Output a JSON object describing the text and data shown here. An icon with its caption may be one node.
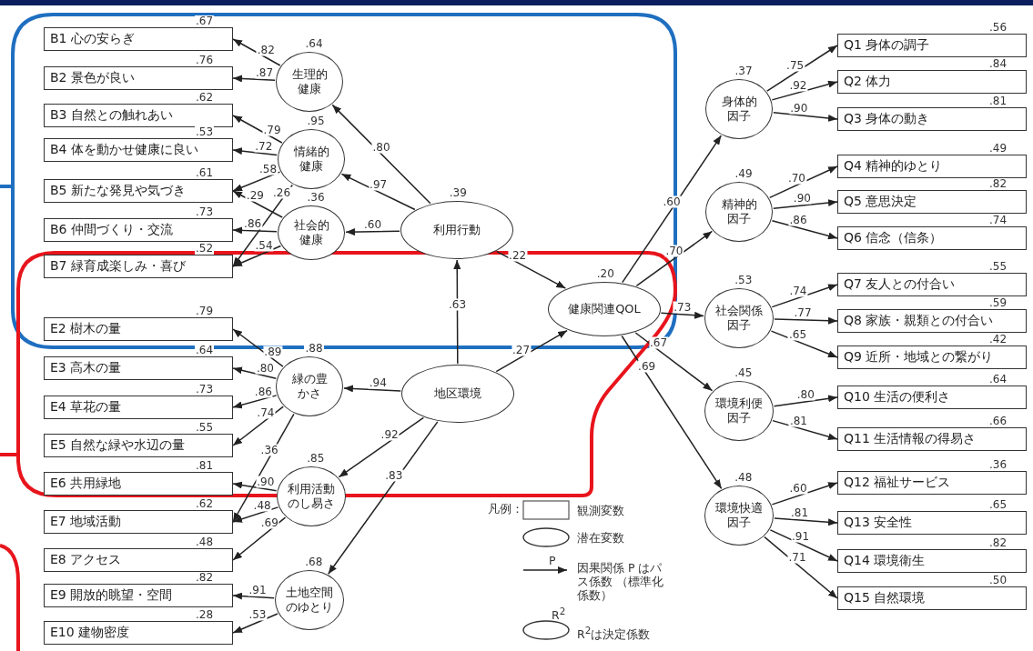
{
  "diagram": {
    "nodes": [
      {
        "text": [
          "B1 心の安らぎ"
        ],
        "beside": [
          ".67"
        ]
      },
      {
        "text": [
          "B2 景色が良い"
        ],
        "beside": [
          ".76"
        ]
      },
      {
        "text": [
          "B3 自然との触れあい"
        ],
        "beside": [
          ".62"
        ]
      },
      {
        "text": [
          "B4 体を動かせ健康に良い"
        ],
        "beside": [
          ".53"
        ]
      },
      {
        "text": [
          "B5 新たな発見や気づき"
        ],
        "beside": [
          ".61"
        ]
      },
      {
        "text": [
          "B6 仲間づくり・交流"
        ],
        "beside": [
          ".73"
        ]
      },
      {
        "text": [
          "B7 緑育成楽しみ・喜び"
        ],
        "beside": [
          ".52"
        ]
      },
      {
        "text": [
          "E2 樹木の量"
        ],
        "beside": [
          ".79"
        ]
      },
      {
        "text": [
          "E3 高木の量"
        ],
        "beside": [
          ".64"
        ]
      },
      {
        "text": [
          "E4 草花の量"
        ],
        "beside": [
          ".73"
        ]
      },
      {
        "text": [
          "E5 自然な緑や水辺の量"
        ],
        "beside": [
          ".55"
        ]
      },
      {
        "text": [
          "E6 共用緑地"
        ],
        "beside": [
          ".81"
        ]
      },
      {
        "text": [
          "E7 地域活動"
        ],
        "beside": [
          ".62"
        ]
      },
      {
        "text": [
          "E8 アクセス"
        ],
        "beside": [
          ".48"
        ]
      },
      {
        "text": [
          "E9 開放的眺望・空間"
        ],
        "beside": [
          ".82"
        ]
      },
      {
        "text": [
          "E10 建物密度"
        ],
        "beside": [
          ".28"
        ]
      },
      {
        "text": [
          "生理的健康"
        ],
        "beside": [
          ".64"
        ]
      },
      {
        "text": [
          "情緒的健康"
        ],
        "beside": [
          ".95"
        ]
      },
      {
        "text": [
          "社会的健康"
        ],
        "beside": [
          ".36"
        ]
      },
      {
        "text": [
          "緑の豊かさ"
        ],
        "beside": [
          ".88"
        ]
      },
      {
        "text": [
          "利用活動のし易さ"
        ],
        "beside": [
          ".85"
        ]
      },
      {
        "text": [
          "土地空間のゆとり"
        ],
        "beside": [
          ".68"
        ]
      },
      {
        "text": [
          "利用行動"
        ],
        "beside": [
          ".39"
        ]
      },
      {
        "text": [
          "地区環境"
        ]
      },
      {
        "text": [
          "健康関連QOL"
        ],
        "beside": [
          ".20"
        ]
      },
      {
        "text": [
          "身体的因子"
        ],
        "beside": [
          ".37"
        ]
      },
      {
        "text": [
          "精神的因子"
        ],
        "beside": [
          ".49"
        ]
      },
      {
        "text": [
          "社会関係因子"
        ],
        "beside": [
          ".53"
        ]
      },
      {
        "text": [
          "環境利便因子"
        ],
        "beside": [
          ".45"
        ]
      },
      {
        "text": [
          "環境快適因子"
        ],
        "beside": [
          ".48"
        ]
      },
      {
        "text": [
          "Q1 身体の調子"
        ],
        "beside": [
          ".56"
        ]
      },
      {
        "text": [
          "Q2 体力"
        ],
        "beside": [
          ".84"
        ]
      },
      {
        "text": [
          "Q3 身体の動き"
        ],
        "beside": [
          ".81"
        ]
      },
      {
        "text": [
          "Q4 精神的ゆとり"
        ],
        "beside": [
          ".49"
        ]
      },
      {
        "text": [
          "Q5 意思決定"
        ],
        "beside": [
          ".82"
        ]
      },
      {
        "text": [
          "Q6 信念（信条）"
        ],
        "beside": [
          ".74"
        ]
      },
      {
        "text": [
          "Q7 友人との付合い"
        ],
        "beside": [
          ".55"
        ]
      },
      {
        "text": [
          "Q8 家族・親類との付合い"
        ],
        "beside": [
          ".59"
        ]
      },
      {
        "text": [
          "Q9 近所・地域との繋がり"
        ],
        "beside": [
          ".42"
        ]
      },
      {
        "text": [
          "Q10 生活の便利さ"
        ],
        "beside": [
          ".64"
        ]
      },
      {
        "text": [
          "Q11 生活情報の得易さ"
        ],
        "beside": [
          ".66"
        ]
      },
      {
        "text": [
          "Q12 福祉サービス"
        ],
        "beside": [
          ".36"
        ]
      },
      {
        "text": [
          "Q13 安全性"
        ],
        "beside": [
          ".65"
        ]
      },
      {
        "text": [
          "Q14 環境衛生"
        ],
        "beside": [
          ".82"
        ]
      },
      {
        "text": [
          "Q15 自然環境"
        ],
        "beside": [
          ".50"
        ]
      }
    ],
    "edges": [
      {
        "from": 16,
        "to": 0,
        "arrow": "to",
        "label": ".82"
      },
      {
        "from": 16,
        "to": 1,
        "arrow": "to",
        "label": ".87"
      },
      {
        "from": 17,
        "to": 2,
        "arrow": "to",
        "label": ".79"
      },
      {
        "from": 17,
        "to": 3,
        "arrow": "to",
        "label": ".72"
      },
      {
        "from": 17,
        "to": 4,
        "arrow": "to",
        "label": ".58"
      },
      {
        "from": 17,
        "to": 6,
        "arrow": "to",
        "label": ".26"
      },
      {
        "from": 18,
        "to": 4,
        "arrow": "to",
        "label": ".29"
      },
      {
        "from": 18,
        "to": 5,
        "arrow": "to",
        "label": ".86"
      },
      {
        "from": 18,
        "to": 6,
        "arrow": "to",
        "label": ".54"
      },
      {
        "from": 22,
        "to": 16,
        "arrow": "to",
        "label": ".80"
      },
      {
        "from": 22,
        "to": 17,
        "arrow": "to",
        "label": ".97"
      },
      {
        "from": 22,
        "to": 18,
        "arrow": "to",
        "label": ".60"
      },
      {
        "from": 23,
        "to": 22,
        "arrow": "to",
        "label": ".63"
      },
      {
        "from": 22,
        "to": 24,
        "arrow": "to",
        "label": ".22"
      },
      {
        "from": 23,
        "to": 24,
        "arrow": "to",
        "label": ".27"
      },
      {
        "from": 23,
        "to": 19,
        "arrow": "to",
        "label": ".94"
      },
      {
        "from": 23,
        "to": 20,
        "arrow": "to",
        "label": ".92"
      },
      {
        "from": 23,
        "to": 21,
        "arrow": "to",
        "label": ".83"
      },
      {
        "from": 19,
        "to": 7,
        "arrow": "to",
        "label": ".89"
      },
      {
        "from": 19,
        "to": 8,
        "arrow": "to",
        "label": ".80"
      },
      {
        "from": 19,
        "to": 9,
        "arrow": "to",
        "label": ".86"
      },
      {
        "from": 19,
        "to": 10,
        "arrow": "to",
        "label": ".74"
      },
      {
        "from": 19,
        "to": 12,
        "arrow": "to",
        "label": ".36"
      },
      {
        "from": 20,
        "to": 11,
        "arrow": "to",
        "label": ".90"
      },
      {
        "from": 20,
        "to": 12,
        "arrow": "to",
        "label": ".48"
      },
      {
        "from": 20,
        "to": 13,
        "arrow": "to",
        "label": ".69"
      },
      {
        "from": 21,
        "to": 14,
        "arrow": "to",
        "label": ".91"
      },
      {
        "from": 21,
        "to": 15,
        "arrow": "to",
        "label": ".53"
      },
      {
        "from": 24,
        "to": 25,
        "arrow": "to",
        "label": ".60"
      },
      {
        "from": 24,
        "to": 26,
        "arrow": "to",
        "label": ".70"
      },
      {
        "from": 24,
        "to": 27,
        "arrow": "to",
        "label": ".73"
      },
      {
        "from": 24,
        "to": 28,
        "arrow": "to",
        "label": ".67"
      },
      {
        "from": 24,
        "to": 29,
        "arrow": "to",
        "label": ".69"
      },
      {
        "from": 25,
        "to": 30,
        "arrow": "to",
        "label": ".75"
      },
      {
        "from": 25,
        "to": 31,
        "arrow": "to",
        "label": ".92"
      },
      {
        "from": 25,
        "to": 32,
        "arrow": "to",
        "label": ".90"
      },
      {
        "from": 26,
        "to": 33,
        "arrow": "to",
        "label": ".70"
      },
      {
        "from": 26,
        "to": 34,
        "arrow": "to",
        "label": ".90"
      },
      {
        "from": 26,
        "to": 35,
        "arrow": "to",
        "label": ".86"
      },
      {
        "from": 27,
        "to": 36,
        "arrow": "to",
        "label": ".74"
      },
      {
        "from": 27,
        "to": 37,
        "arrow": "to",
        "label": ".77"
      },
      {
        "from": 27,
        "to": 38,
        "arrow": "to",
        "label": ".65"
      },
      {
        "from": 28,
        "to": 39,
        "arrow": "to",
        "label": ".80"
      },
      {
        "from": 28,
        "to": 40,
        "arrow": "to",
        "label": ".81"
      },
      {
        "from": 29,
        "to": 41,
        "arrow": "to",
        "label": ".60"
      },
      {
        "from": 29,
        "to": 42,
        "arrow": "to",
        "label": ".81"
      },
      {
        "from": 29,
        "to": 43,
        "arrow": "to",
        "label": ".91"
      },
      {
        "from": 29,
        "to": 44,
        "arrow": "to",
        "label": ".71"
      }
    ],
    "labels": [
      "凡例：",
      "P",
      "R$^{2}$"
    ],
    "legend": [
      {
        "text": "観測変数"
      },
      {
        "text": "潜在変数"
      },
      {
        "text": "因果関係 P はパス係数 （標準化係数）"
      },
      {
        "text": "R$^{2}$は決定係数"
      }
    ]
  }
}
